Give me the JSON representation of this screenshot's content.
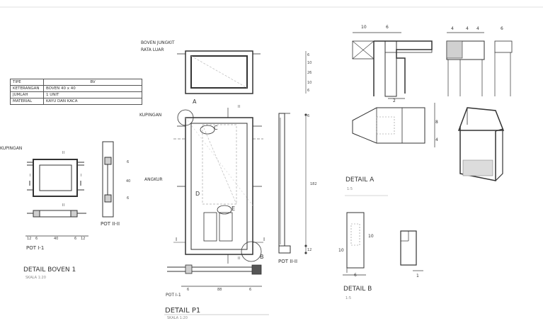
{
  "sheet": {
    "spec_table": {
      "header": {
        "key": "TIPE",
        "value": "BV"
      },
      "rows": [
        {
          "key": "KETERANGAN",
          "value": "BOVEN 40 x 40"
        },
        {
          "key": "JUMLAH",
          "value": "1 UNIT"
        },
        {
          "key": "MATERIAL",
          "value": "KAYU DAN KACA"
        }
      ]
    },
    "detail_boven": {
      "title": "DETAIL BOVEN 1",
      "scale": "SKALA 1:20",
      "label_kupingan": "KUPINGAN",
      "pot1_label": "POT I-1",
      "pot2_label": "POT II-II",
      "section_mark_ii": "II",
      "section_mark_i": "I",
      "dims_bottom": [
        "12",
        "6",
        "40",
        "6",
        "12"
      ],
      "dims_side": [
        "6",
        "40",
        "6"
      ]
    },
    "detail_p1": {
      "title": "DETAIL P1",
      "scale": "SKALA 1:20",
      "boven_label_1": "BOVEN JUNGKIT",
      "boven_label_2": "RATA LUAR",
      "label_kupingan": "KUPINGAN",
      "label_angkur": "ANGKUR",
      "markers": [
        "A",
        "B",
        "C",
        "D",
        "E"
      ],
      "section_mark_ii": "II",
      "section_mark_i": "I",
      "pot1_label": "POT I-1",
      "pot2_label": "POT II-II",
      "dims_right_top": [
        "6",
        "10",
        "26",
        "10",
        "6"
      ],
      "dims_right_main": [
        "6",
        "182",
        "12"
      ],
      "dims_bottom": [
        "6",
        "88",
        "6"
      ]
    },
    "detail_a": {
      "title": "DETAIL A",
      "scale": "1:5",
      "dims_top_left": [
        "10",
        "6"
      ],
      "dims_top_right": [
        "4",
        "4",
        "4"
      ],
      "dim_top_far": "6",
      "dim_small": "2",
      "dims_side": [
        "8",
        "4"
      ]
    },
    "detail_b": {
      "title": "DETAIL B",
      "scale": "1:5",
      "dims_side": [
        "10",
        "10"
      ],
      "dim_bottom": "6",
      "dim_small": "1"
    }
  }
}
